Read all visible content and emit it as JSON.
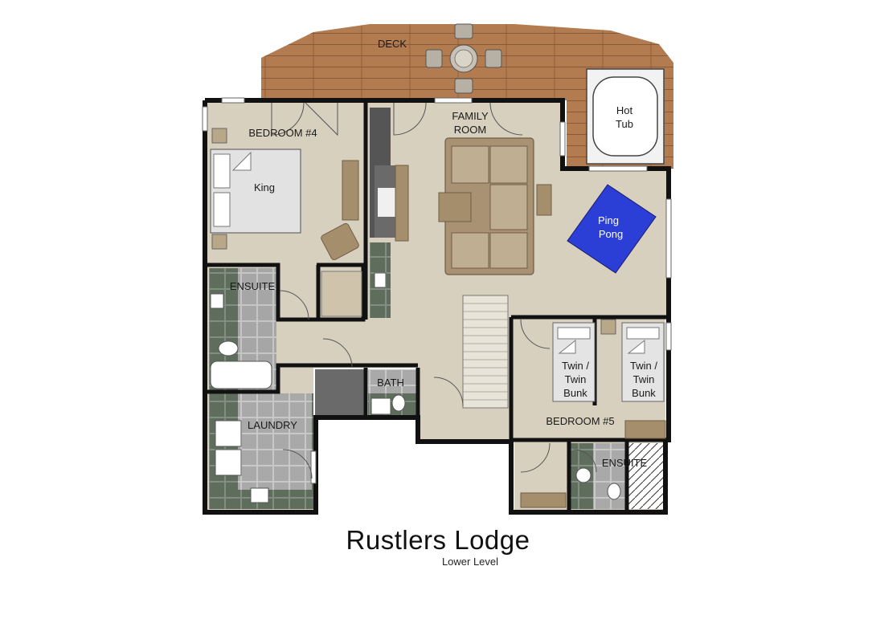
{
  "plan": {
    "rooms": {
      "deck": "DECK",
      "hot_tub": [
        "Hot",
        "Tub"
      ],
      "family_room": [
        "FAMILY",
        "ROOM"
      ],
      "bedroom4": "BEDROOM #4",
      "king": "King",
      "ping_pong": [
        "Ping",
        "Pong"
      ],
      "ensuite_left": "ENSUITE",
      "bath": "BATH",
      "laundry": "LAUNDRY",
      "bunk_left": [
        "Twin /",
        "Twin",
        "Bunk"
      ],
      "bunk_right": [
        "Twin /",
        "Twin",
        "Bunk"
      ],
      "bedroom5": "BEDROOM #5",
      "ensuite_right": "ENSUITE"
    },
    "title": "Rustlers Lodge",
    "subtitle": "Lower Level"
  },
  "colors": {
    "floor": "#d8d0bf",
    "deck": "#b07a52",
    "tile_dark": "#5c6b5a",
    "ping_pong": "#2b3fd6",
    "bed": "#e6e6e6",
    "furniture": "#b39e7c"
  }
}
